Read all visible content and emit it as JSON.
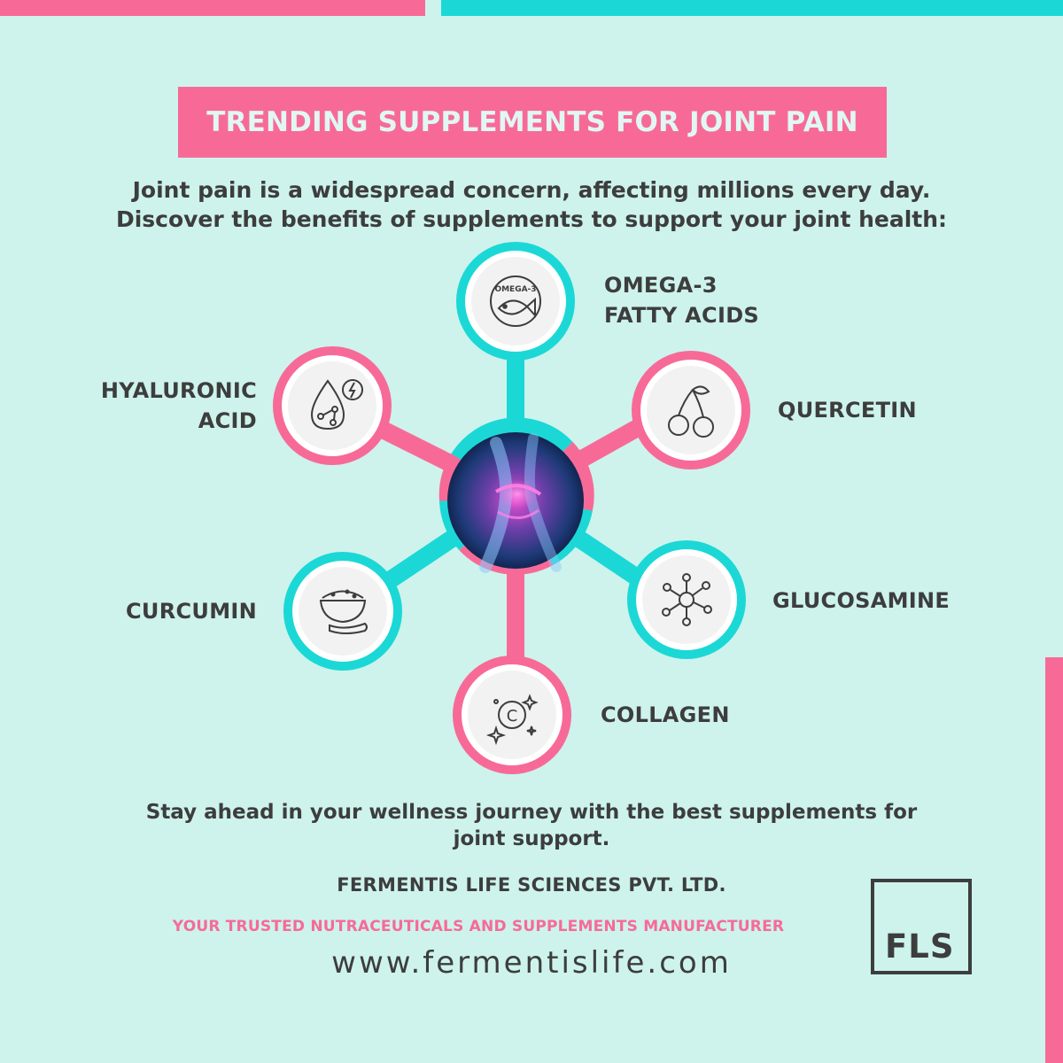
{
  "header": {
    "title": "TRENDING SUPPLEMENTS FOR JOINT PAIN",
    "intro_line1": "Joint pain is a widespread concern, affecting millions every day.",
    "intro_line2": "Discover the benefits of supplements to support your joint health:"
  },
  "supplements": [
    {
      "line1": "OMEGA-3",
      "line2": "FATTY ACIDS",
      "icon": "omega-3-fish-icon",
      "ring": "teal",
      "icon_text": "OMEGA-3"
    },
    {
      "line1": "QUERCETIN",
      "line2": "",
      "icon": "cherries-icon",
      "ring": "pink"
    },
    {
      "line1": "GLUCOSAMINE",
      "line2": "",
      "icon": "molecule-icon",
      "ring": "teal"
    },
    {
      "line1": "COLLAGEN",
      "line2": "",
      "icon": "collagen-sparkle-icon",
      "ring": "pink"
    },
    {
      "line1": "CURCUMIN",
      "line2": "",
      "icon": "turmeric-bowl-icon",
      "ring": "teal"
    },
    {
      "line1": "HYALURONIC",
      "line2": "ACID",
      "icon": "hyaluronic-drop-icon",
      "ring": "pink"
    }
  ],
  "center": {
    "icon": "knee-joint-image"
  },
  "footer": {
    "outro_line1": "Stay ahead in your wellness journey with the best supplements for",
    "outro_line2": "joint support.",
    "company": "FERMENTIS LIFE SCIENCES PVT. LTD.",
    "tagline": "YOUR TRUSTED NUTRACEUTICALS AND SUPPLEMENTS MANUFACTURER",
    "website": "www.fermentislife.com",
    "logo": "FLS"
  },
  "colors": {
    "background": "#cdf3ec",
    "pink": "#f76a97",
    "teal": "#1bd8d6",
    "text": "#3d3d3d"
  }
}
